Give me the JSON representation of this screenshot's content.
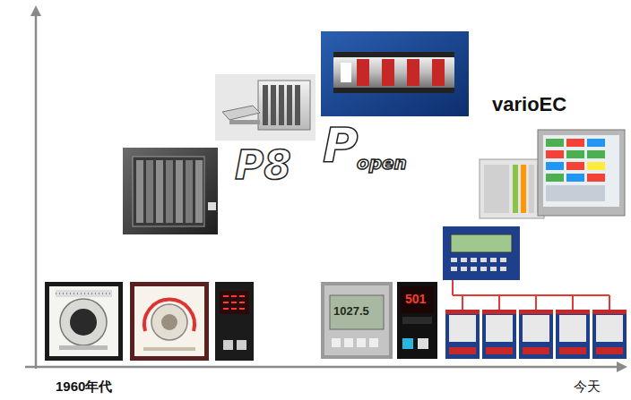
{
  "diagram": {
    "labels": [
      "P8",
      "P",
      "open",
      "varioEC",
      "1027.5",
      "501",
      "1960年代",
      "今天"
    ]
  }
}
